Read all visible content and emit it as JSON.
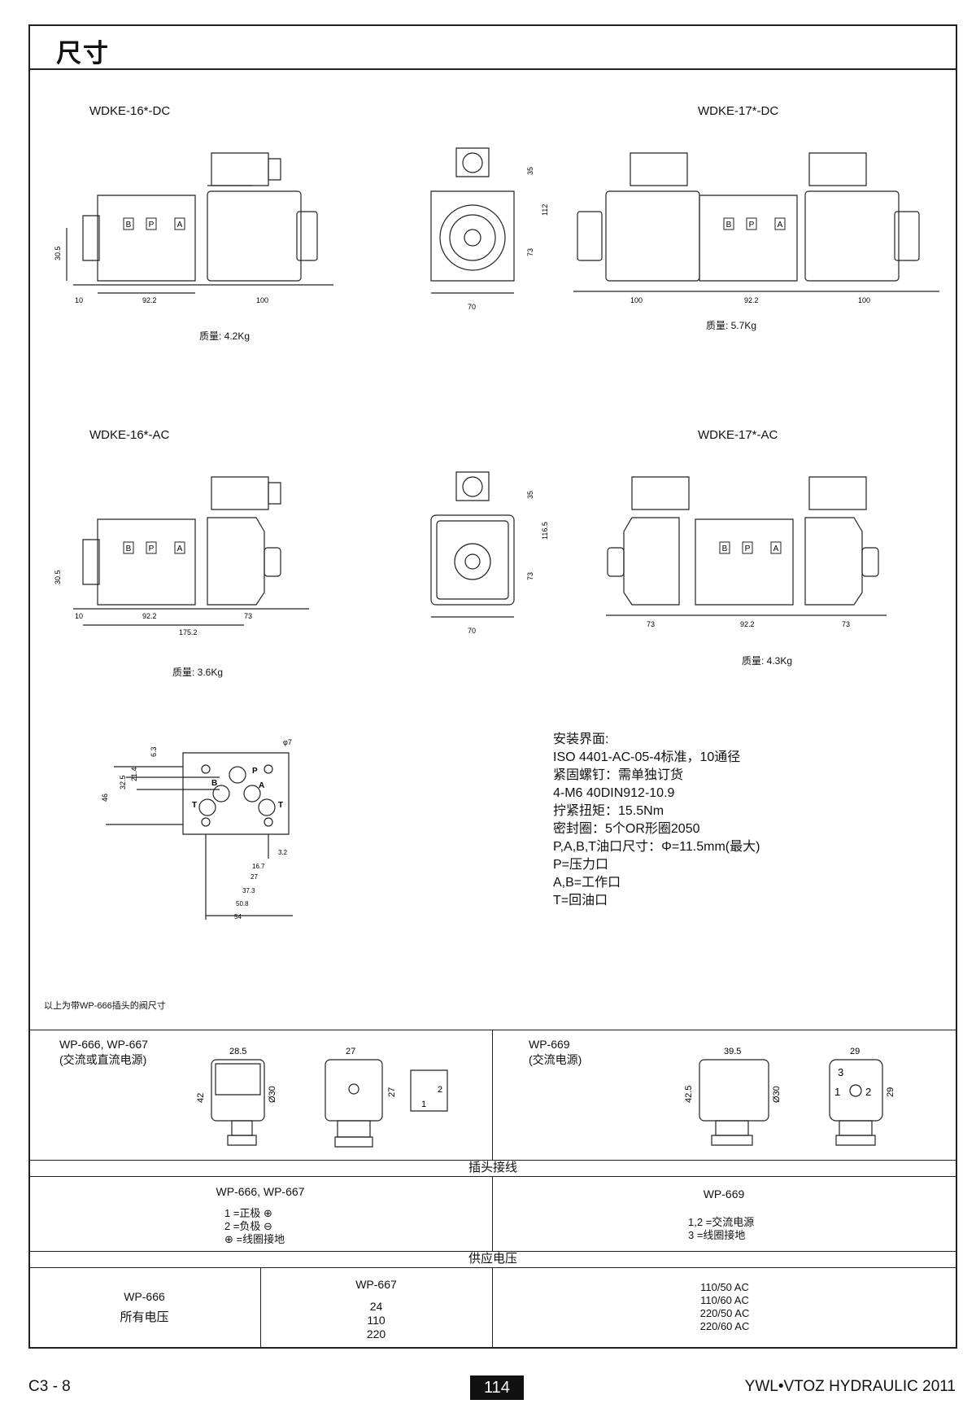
{
  "header": {
    "title": "尺寸"
  },
  "valves": {
    "v16dc": {
      "label": "WDKE-16*-DC",
      "mass": "质量: 4.2Kg",
      "dims": [
        "30.5",
        "10",
        "92.2",
        "100"
      ],
      "ports": [
        "B",
        "P",
        "A"
      ]
    },
    "v17dc": {
      "label": "WDKE-17*-DC",
      "mass": "质量: 5.7Kg",
      "dims": [
        "100",
        "92.2",
        "100"
      ],
      "ports": [
        "B",
        "P",
        "A"
      ]
    },
    "end_dc": {
      "dims": [
        "35",
        "112",
        "73",
        "70"
      ]
    },
    "v16ac": {
      "label": "WDKE-16*-AC",
      "mass": "质量: 3.6Kg",
      "dims": [
        "30.5",
        "10",
        "92.2",
        "73",
        "175.2"
      ],
      "ports": [
        "B",
        "P",
        "A"
      ]
    },
    "v17ac": {
      "label": "WDKE-17*-AC",
      "mass": "质量: 4.3Kg",
      "dims": [
        "73",
        "92.2",
        "73"
      ],
      "ports": [
        "B",
        "P",
        "A"
      ]
    },
    "end_ac": {
      "dims": [
        "35",
        "116.5",
        "73",
        "70"
      ]
    }
  },
  "mounting": {
    "ports": [
      "P",
      "B",
      "A",
      "T",
      "T"
    ],
    "dims_left": [
      "6.3",
      "21.4",
      "32.5",
      "46"
    ],
    "dims_bottom": [
      "3.2",
      "16.7",
      "27",
      "37.3",
      "50.8",
      "54"
    ],
    "hole": "φ7"
  },
  "spec_lines": [
    "安装界面:",
    "ISO 4401-AC-05-4标准，10通径",
    "紧固螺钉：需单独订货",
    "4-M6 40DIN912-10.9",
    "拧紧扭矩：15.5Nm",
    "密封圈：5个OR形圈2050",
    "P,A,B,T油口尺寸：Φ=11.5mm(最大)",
    "P=压力口",
    "A,B=工作口",
    "T=回油口"
  ],
  "note": "以上为带WP-666插头的阀尺寸",
  "plugs": {
    "left": {
      "title": "WP-666, WP-667",
      "subtitle": "(交流或直流电源)",
      "dims": [
        "28.5",
        "42",
        "Ø30",
        "27",
        "27"
      ],
      "pins": [
        "1",
        "2"
      ]
    },
    "right": {
      "title": "WP-669",
      "subtitle": "(交流电源)",
      "dims": [
        "39.5",
        "42.5",
        "Ø30",
        "29",
        "29"
      ],
      "pins": [
        "3",
        "1",
        "2"
      ]
    }
  },
  "wiring": {
    "heading": "插头接线",
    "left": {
      "title": "WP-666, WP-667",
      "lines": [
        "1  =正极 ⊕",
        "2  =负极 ⊖",
        "⊕  =线圈接地"
      ]
    },
    "right": {
      "title": "WP-669",
      "lines": [
        "1,2  =交流电源",
        "3     =线圈接地"
      ]
    }
  },
  "voltage": {
    "heading": "供应电压",
    "col1": {
      "title": "WP-666",
      "value": "所有电压"
    },
    "col2": {
      "title": "WP-667",
      "values": [
        "24",
        "110",
        "220"
      ]
    },
    "col3": {
      "values": [
        "110/50 AC",
        "110/60 AC",
        "220/50 AC",
        "220/60 AC"
      ]
    }
  },
  "footer": {
    "left": "C3 - 8",
    "page": "114",
    "right": "YWL•VTOZ HYDRAULIC 2011"
  }
}
